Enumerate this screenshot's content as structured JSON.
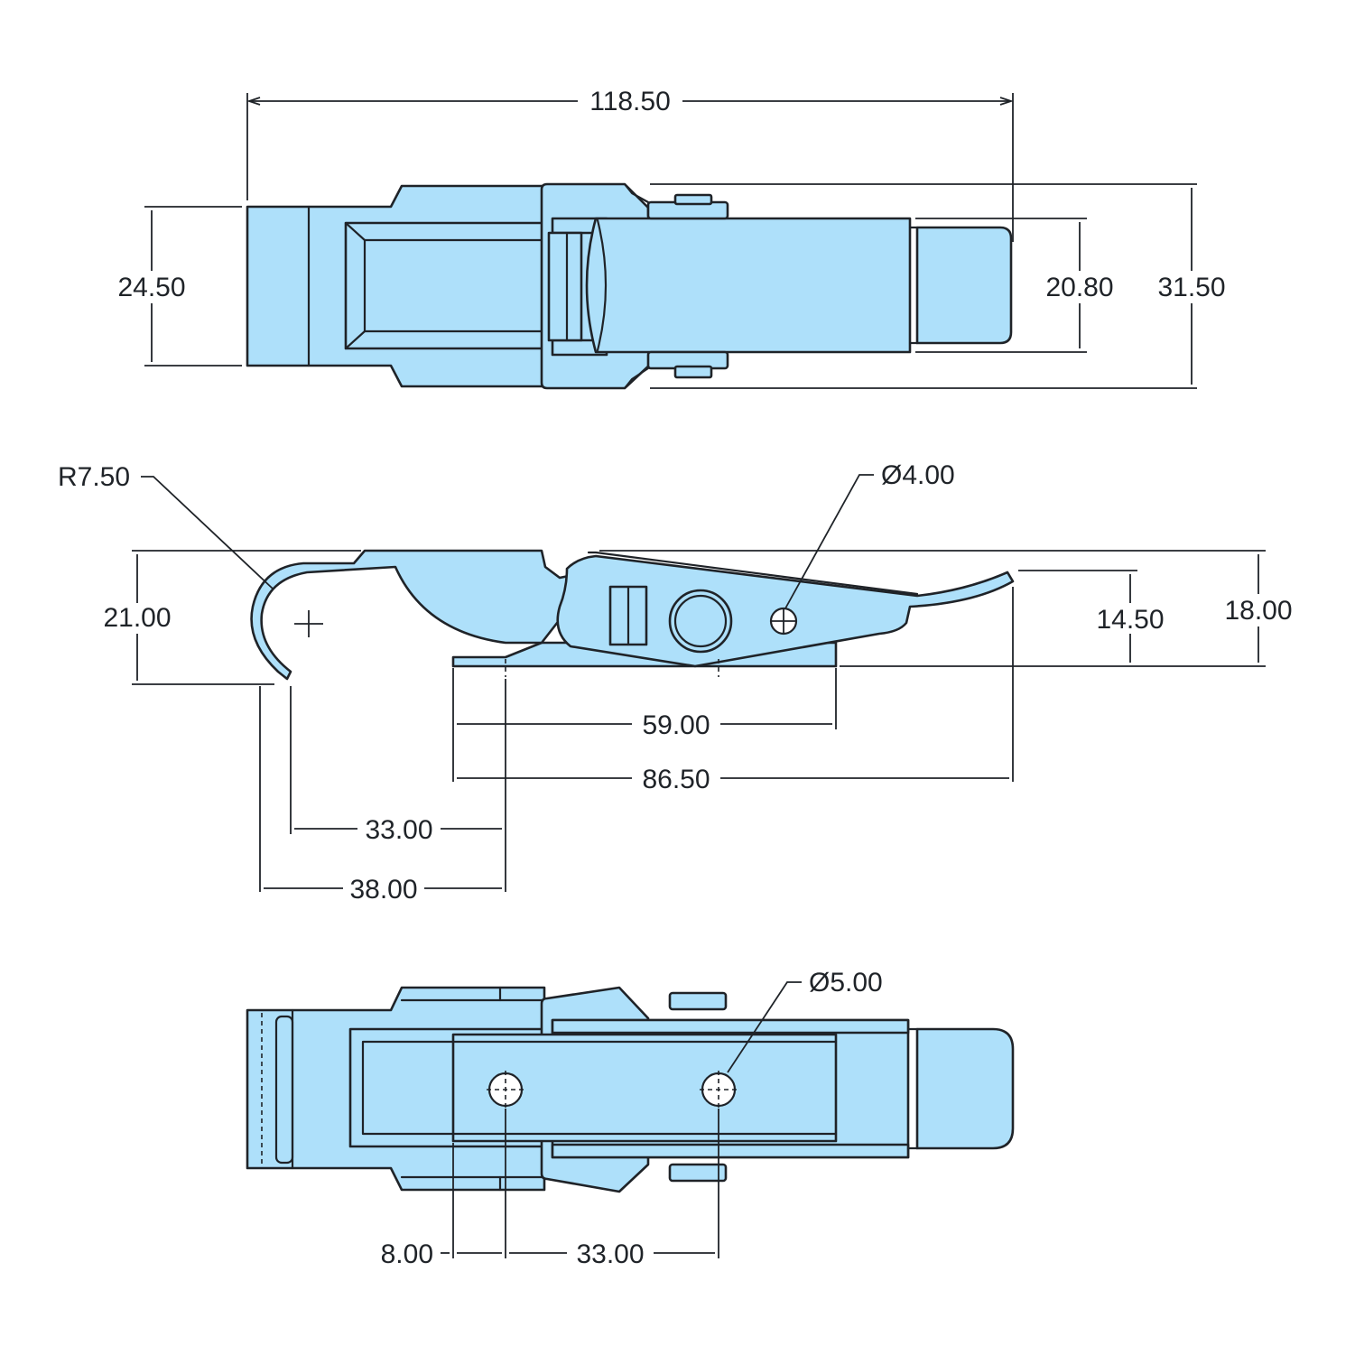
{
  "colors": {
    "part_fill": "#aee0fa",
    "line": "#1f2328",
    "background": "#ffffff"
  },
  "top_view": {
    "overall_length": "118.50",
    "base_width": "24.50",
    "lever_width": "20.80",
    "overall_width": "31.50"
  },
  "side_view": {
    "hook_radius": "R7.50",
    "pivot_hole": "Ø4.00",
    "hook_height": "21.00",
    "lever_tip_height": "14.50",
    "overall_height": "18.00",
    "base_to_tip": "59.00",
    "base_to_lever_end": "86.50",
    "hook_to_hole": "33.00",
    "hook_reach": "38.00"
  },
  "bottom_view": {
    "mount_hole": "Ø5.00",
    "edge_to_hole": "8.00",
    "hole_spacing": "33.00"
  }
}
